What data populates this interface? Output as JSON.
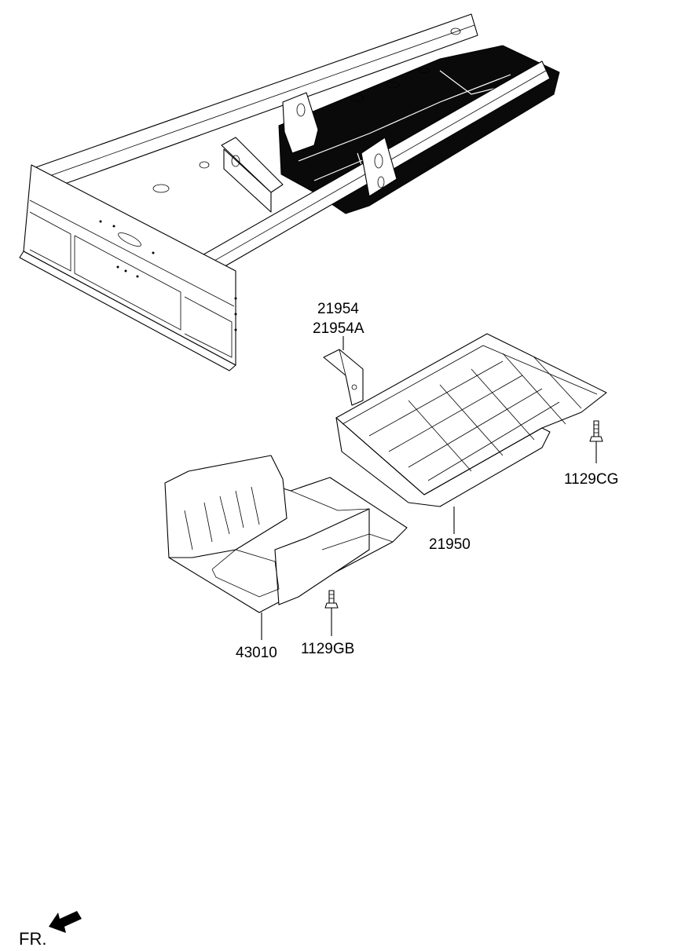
{
  "labels": {
    "p21954": "21954",
    "p21954a": "21954A",
    "p21950": "21950",
    "p1129cg": "1129CG",
    "p43010": "43010",
    "p1129gb": "1129GB"
  },
  "direction": {
    "text": "FR.",
    "icon": "front-direction-arrow-icon"
  },
  "colors": {
    "line": "#000000",
    "background": "#ffffff"
  }
}
